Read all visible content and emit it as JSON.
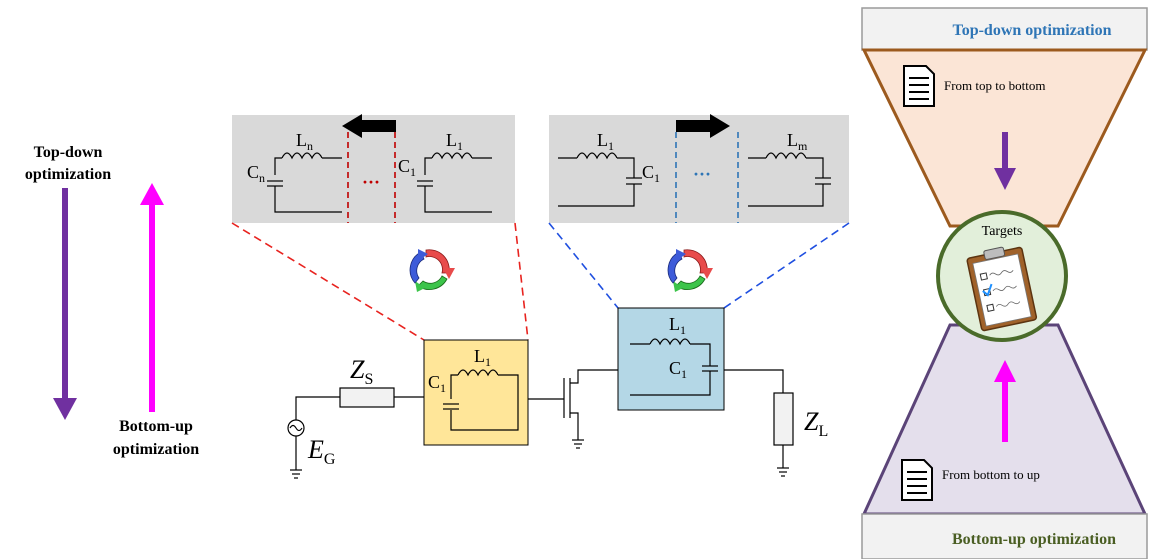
{
  "left_labels": {
    "top_down": [
      "Top-down",
      "optimization"
    ],
    "bottom_up": [
      "Bottom-up",
      "optimization"
    ]
  },
  "hourglass": {
    "top_title": "Top-down optimization",
    "bottom_title": "Bottom-up optimization",
    "top_caption": "From top to bottom",
    "bottom_caption": "From bottom to up",
    "center_label": "Targets"
  },
  "circuit": {
    "source_impedance": "Z",
    "source_impedance_sub": "S",
    "generator": "E",
    "generator_sub": "G",
    "load_impedance": "Z",
    "load_impedance_sub": "L",
    "input_inductor": "L",
    "input_inductor_sub": "1",
    "input_capacitor": "C",
    "input_capacitor_sub": "1",
    "output_inductor": "L",
    "output_inductor_sub": "1",
    "output_capacitor": "C",
    "output_capacitor_sub": "1"
  },
  "input_ladder": {
    "left_inductor": "L",
    "left_inductor_sub": "n",
    "left_capacitor": "C",
    "left_capacitor_sub": "n",
    "right_inductor": "L",
    "right_inductor_sub": "1",
    "right_capacitor": "C",
    "right_capacitor_sub": "1",
    "ellipsis": "···"
  },
  "output_ladder": {
    "left_inductor": "L",
    "left_inductor_sub": "1",
    "left_capacitor": "C",
    "left_capacitor_sub": "1",
    "right_inductor": "L",
    "right_inductor_sub": "m",
    "ellipsis": "···"
  },
  "colors": {
    "purple": "#7030a0",
    "magenta": "#ff00ff",
    "blue_title": "#2e75b6",
    "green_title": "#4a5e23",
    "brown": "#9c5a1e",
    "input_box": "#ffe699",
    "output_box": "#b4d7e6",
    "gray_panel": "#d9d9d9",
    "red_dash": "#e8231f",
    "blue_dash": "#1f4fe0",
    "top_funnel": "#fbe5d6",
    "bottom_funnel": "#e4dfec",
    "target_circle": "#e2efda",
    "target_ring": "#4a6b2a"
  }
}
